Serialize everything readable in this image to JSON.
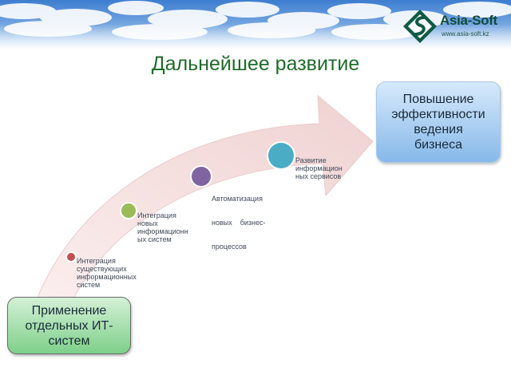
{
  "header": {
    "logo_name": "Asia-Soft",
    "logo_url": "www.asia-soft.kz"
  },
  "slide": {
    "title": "Дальнейшее развитие"
  },
  "boxes": {
    "goal": [
      "Повышение",
      "эффективности",
      "ведения",
      "бизнеса"
    ],
    "start": [
      "Применение",
      "отдельных ИТ-",
      "систем"
    ]
  },
  "steps": [
    {
      "lines": [
        "Интеграция",
        "существующих",
        "информационных",
        "систем"
      ],
      "color": "#c0504d"
    },
    {
      "lines": [
        "Интеграция",
        "новых",
        "информационн",
        "ых систем"
      ],
      "color": "#9bbb59"
    },
    {
      "lines": [
        "Автоматизация",
        "новых    бизнес-",
        "процессов"
      ],
      "color": "#8064a2"
    },
    {
      "lines": [
        "Развитие",
        "информацион",
        "ных сервисов"
      ],
      "color": "#4bacc6"
    }
  ],
  "colors": {
    "title": "#1f6b2a",
    "arrow": "#f2dcdb",
    "logo": "#0f4b3a"
  }
}
